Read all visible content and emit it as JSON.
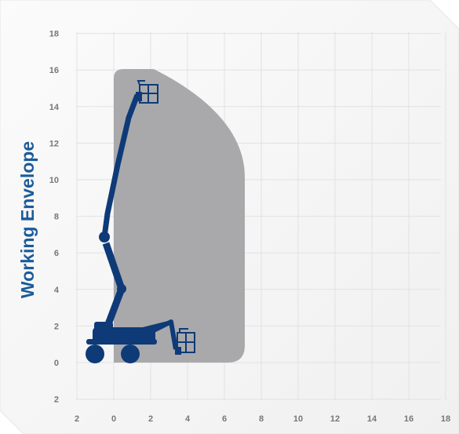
{
  "title": "Working Envelope",
  "colors": {
    "background": "#f7f7f7",
    "grid": "#e2e2e2",
    "envelope": "#a9a9ab",
    "machine": "#0e3a78",
    "title": "#1b5b9a",
    "tick": "#777777"
  },
  "x_ticks": [
    {
      "value": -2,
      "label": "2"
    },
    {
      "value": 0,
      "label": "0"
    },
    {
      "value": 2,
      "label": "2"
    },
    {
      "value": 4,
      "label": "4"
    },
    {
      "value": 6,
      "label": "6"
    },
    {
      "value": 8,
      "label": "8"
    },
    {
      "value": 10,
      "label": "10"
    },
    {
      "value": 12,
      "label": "12"
    },
    {
      "value": 14,
      "label": "14"
    },
    {
      "value": 16,
      "label": "16"
    },
    {
      "value": 18,
      "label": "18"
    }
  ],
  "y_ticks": [
    {
      "value": -2,
      "label": "2"
    },
    {
      "value": 0,
      "label": "0"
    },
    {
      "value": 2,
      "label": "2"
    },
    {
      "value": 4,
      "label": "4"
    },
    {
      "value": 6,
      "label": "6"
    },
    {
      "value": 8,
      "label": "8"
    },
    {
      "value": 10,
      "label": "10"
    },
    {
      "value": 12,
      "label": "12"
    },
    {
      "value": 14,
      "label": "14"
    },
    {
      "value": 16,
      "label": "16"
    },
    {
      "value": 18,
      "label": "18"
    }
  ],
  "envelope": {
    "max_height": 16,
    "max_outreach": 7.2,
    "max_outreach_height": 10,
    "min_x": 0
  }
}
